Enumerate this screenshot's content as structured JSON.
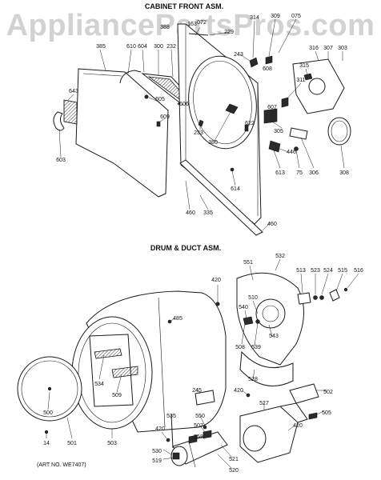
{
  "watermark": "AppliancePartsPros.com",
  "sections": {
    "cabinet_title": "CABINET FRONT ASM.",
    "drum_title": "DRUM & DUCT ASM."
  },
  "art_number": "(ART NO. WE7407)",
  "part_labels": [
    "385",
    "610",
    "604",
    "300",
    "232",
    "388",
    "163",
    "072",
    "229",
    "314",
    "309",
    "075",
    "243",
    "608",
    "316",
    "307",
    "303",
    "315",
    "311",
    "643",
    "605",
    "606",
    "609",
    "607",
    "233",
    "380",
    "622",
    "305",
    "603",
    "446",
    "613",
    "75",
    "306",
    "308",
    "614",
    "460",
    "335",
    "460",
    "551",
    "532",
    "420",
    "513",
    "523",
    "524",
    "515",
    "516",
    "510",
    "540",
    "485",
    "543",
    "508",
    "539",
    "534",
    "509",
    "528",
    "245",
    "420",
    "502",
    "500",
    "527",
    "505",
    "535",
    "550",
    "507",
    "558",
    "420",
    "14",
    "501",
    "503",
    "530",
    "519",
    "521",
    "520",
    "420"
  ]
}
